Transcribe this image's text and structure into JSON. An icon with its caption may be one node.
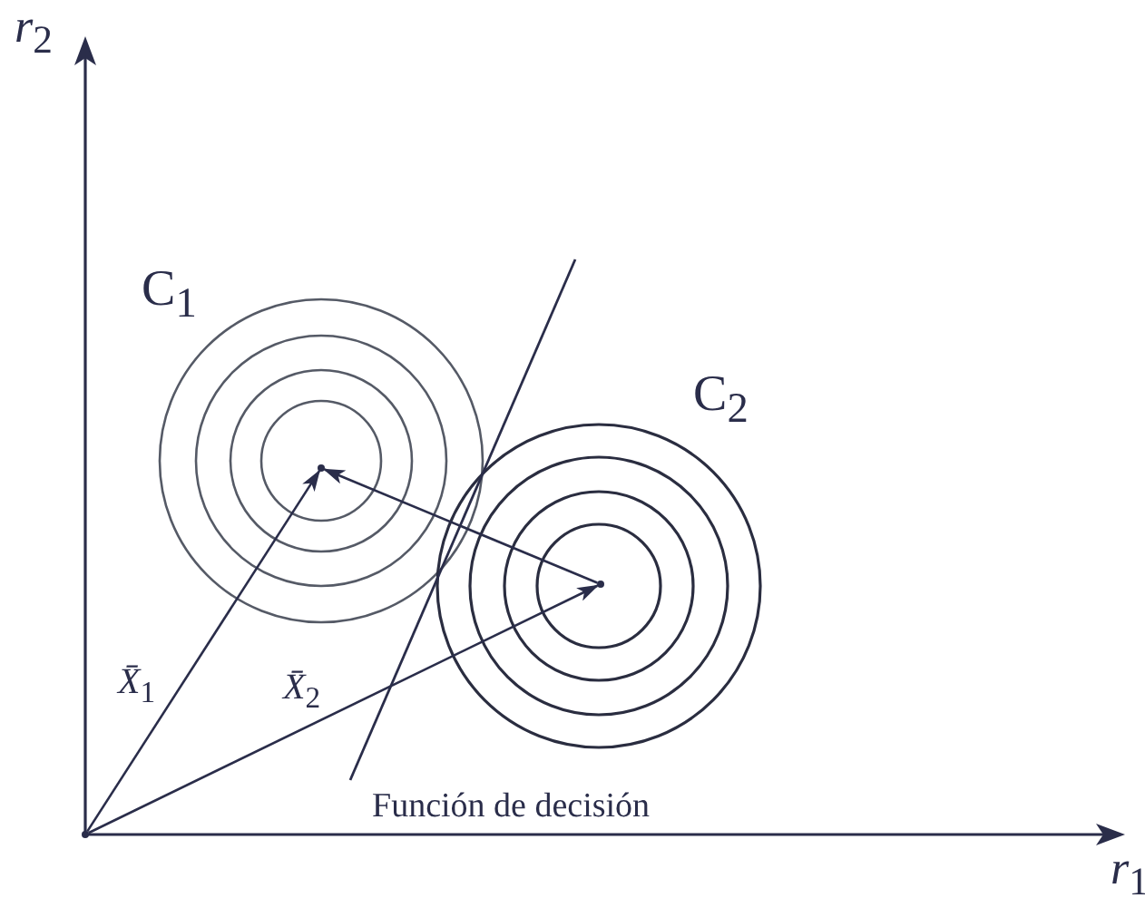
{
  "diagram": {
    "nodes": [
      {
        "text": [],
        "shape": "dot"
      },
      {
        "text": [],
        "shape": "dot"
      },
      {
        "text": [],
        "shape": "dot"
      }
    ],
    "edges": [
      {
        "from": 0,
        "to": 1,
        "arrow": "to",
        "label": "*X̄*$_{1}$"
      },
      {
        "from": 0,
        "to": 2,
        "arrow": "to",
        "label": "*X̄*$_{2}$"
      },
      {
        "from": 2,
        "to": 1,
        "arrow": "to"
      }
    ],
    "labels": [
      "*r*$_{2}$",
      "C$_{1}$",
      "C$_{2}$",
      "Función de decisión",
      "*r*$_{1}$"
    ]
  }
}
